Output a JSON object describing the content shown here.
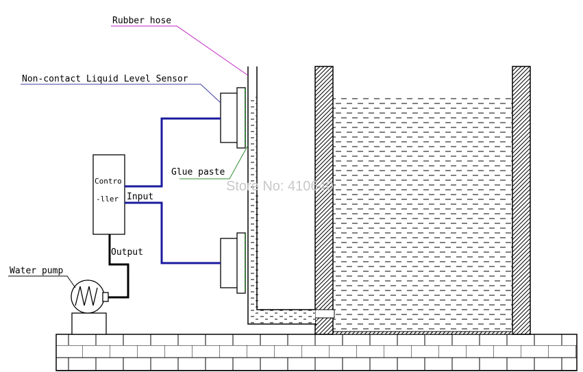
{
  "labels": {
    "rubber_hose": "Rubber hose",
    "sensor": "Non-contact Liquid Level Sensor",
    "glue_paste": "Glue paste",
    "controller_line1": "Contro",
    "controller_line2": "-ller",
    "input": "Input",
    "output": "Output",
    "water_pump": "Water pump"
  },
  "watermark": "Store No: 410640",
  "colors": {
    "signal_wire": "#1a1a9e",
    "power_wire": "#000000",
    "rubber_hose_leader": "#c020c0",
    "sensor_leader": "#3a3aa0",
    "glue_leader": "#2e8b2e",
    "watermark": "#c8c8c8"
  }
}
